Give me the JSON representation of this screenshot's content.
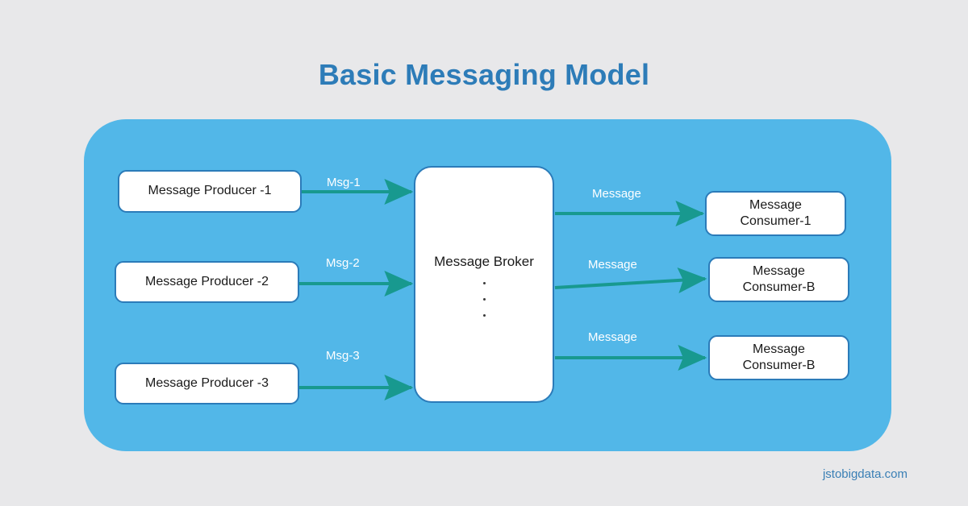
{
  "title": "Basic Messaging Model",
  "colors": {
    "background": "#e8e8ea",
    "panel": "#52b7e8",
    "title_blue": "#2d7cb8",
    "box_border": "#2b7bb9",
    "arrow_teal": "#18998f",
    "label_white": "#ffffff",
    "watermark_blue": "#3a7fb5"
  },
  "producers": [
    {
      "label": "Message Producer -1",
      "arrow_label": "Msg-1"
    },
    {
      "label": "Message Producer -2",
      "arrow_label": "Msg-2"
    },
    {
      "label": "Message Producer -3",
      "arrow_label": "Msg-3"
    }
  ],
  "broker": {
    "label": "Message Broker",
    "ellipsis_dots": 3
  },
  "consumers": [
    {
      "line1": "Message",
      "line2": "Consumer-1",
      "arrow_label": "Message"
    },
    {
      "line1": "Message",
      "line2": "Consumer-B",
      "arrow_label": "Message"
    },
    {
      "line1": "Message",
      "line2": "Consumer-B",
      "arrow_label": "Message"
    }
  ],
  "watermark": "jstobigdata.com"
}
